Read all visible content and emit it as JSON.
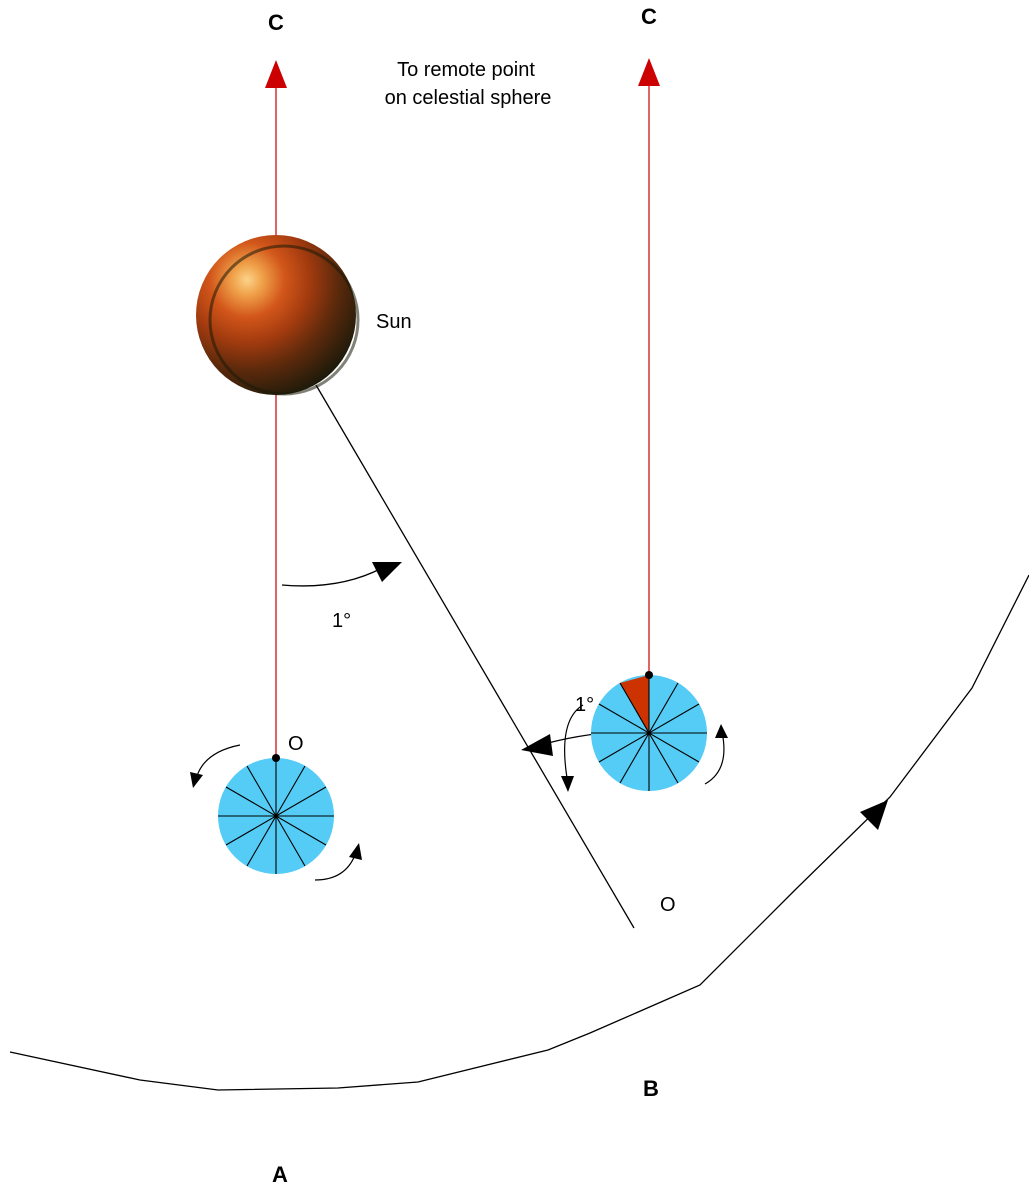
{
  "labels": {
    "c_left": "C",
    "c_right": "C",
    "remote_line1": "To remote point",
    "remote_line2": "on celestial sphere",
    "sun": "Sun",
    "angle_a": "1°",
    "angle_b": "1°",
    "o_a": "O",
    "o_b": "O",
    "pos_a": "A",
    "pos_b": "B"
  },
  "colors": {
    "celestial_line": "#cc0000",
    "earth_disk": "#55ccf5",
    "rotation_wedge": "#cc3300",
    "sun_dark": "#3a1c0a",
    "sun_light": "#f9c070",
    "line": "#000000"
  }
}
